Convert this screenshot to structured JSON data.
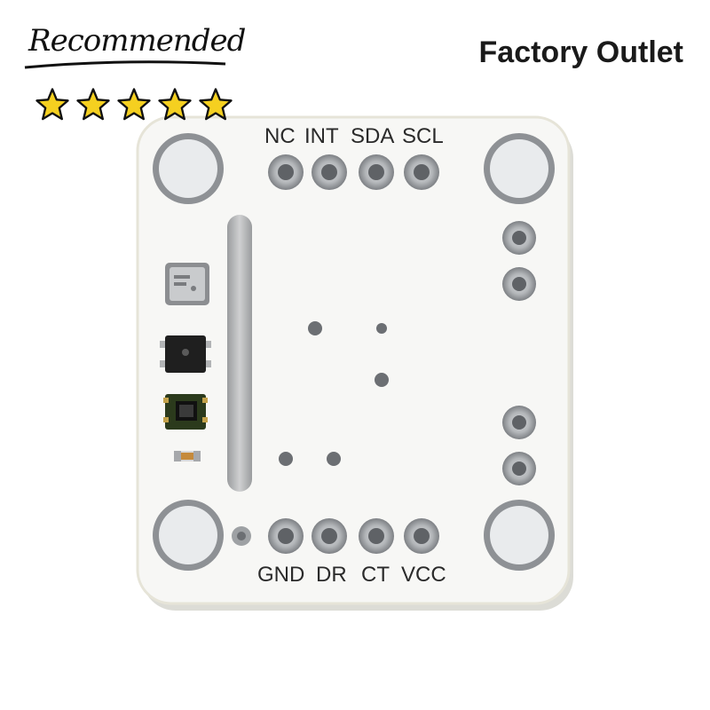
{
  "badge": {
    "text": "Recommended",
    "rating": 5,
    "max_rating": 5,
    "star_color": "#f5d020"
  },
  "shop": {
    "name": "Factory Outlet"
  },
  "board": {
    "top_pins": [
      "NC",
      "INT",
      "SDA",
      "SCL"
    ],
    "bottom_pins": [
      "GND",
      "DR",
      "CT",
      "VCC"
    ],
    "colors": {
      "pcb": "#f7f7f5",
      "pad": "#a8aaad",
      "pad_dark": "#6c6f73"
    }
  }
}
